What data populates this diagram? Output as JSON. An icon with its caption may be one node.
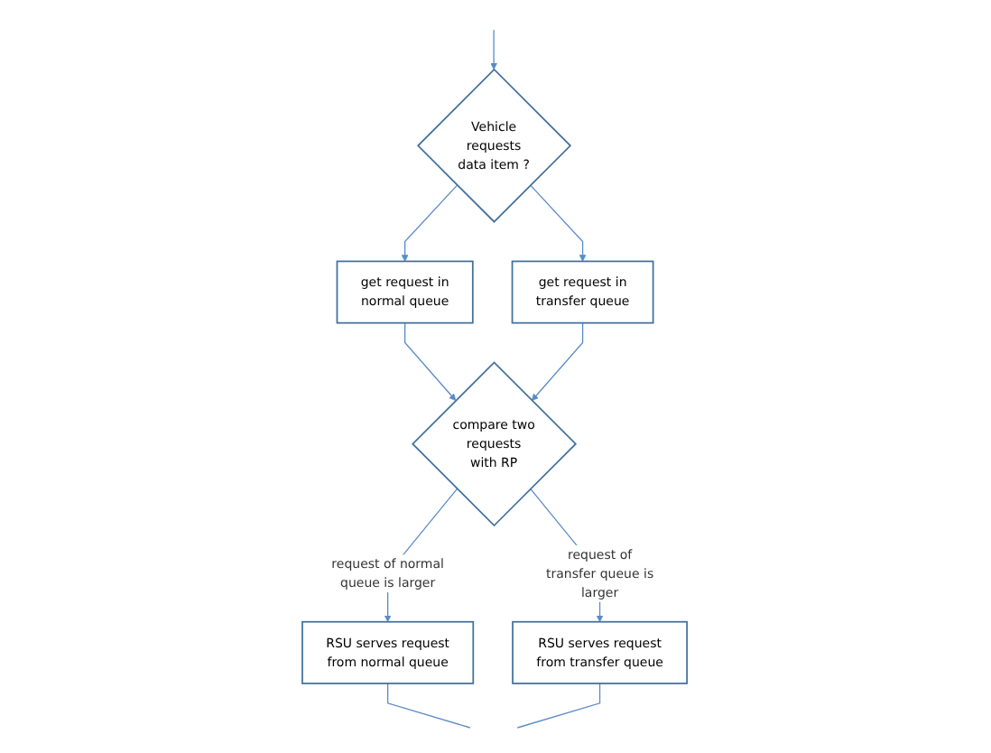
{
  "diagram": {
    "nodes": [
      {
        "text": [
          "Vehicle requests data item ?"
        ]
      },
      {
        "text": [
          "get request in normal queue"
        ]
      },
      {
        "text": [
          "get request in transfer queue"
        ]
      },
      {
        "text": [
          "compare two requests with RP"
        ]
      },
      {
        "text": [
          "RSU serves request from normal queue"
        ]
      },
      {
        "text": [
          "RSU serves request from transfer queue"
        ]
      }
    ],
    "edges": [
      {
        "from": null,
        "to": 0,
        "arrow": "to"
      },
      {
        "from": 0,
        "to": 1,
        "arrow": "to"
      },
      {
        "from": 0,
        "to": 2,
        "arrow": "to"
      },
      {
        "from": 1,
        "to": 3,
        "arrow": "to"
      },
      {
        "from": 2,
        "to": 3,
        "arrow": "to"
      },
      {
        "from": 3,
        "to": 4,
        "label": "request of normal queue is larger",
        "arrow": "to"
      },
      {
        "from": 3,
        "to": 5,
        "label": "request of transfer queue is larger",
        "arrow": "to"
      },
      {
        "from": 4,
        "to": null,
        "arrow": "none"
      },
      {
        "from": 5,
        "to": null,
        "arrow": "none"
      }
    ]
  }
}
